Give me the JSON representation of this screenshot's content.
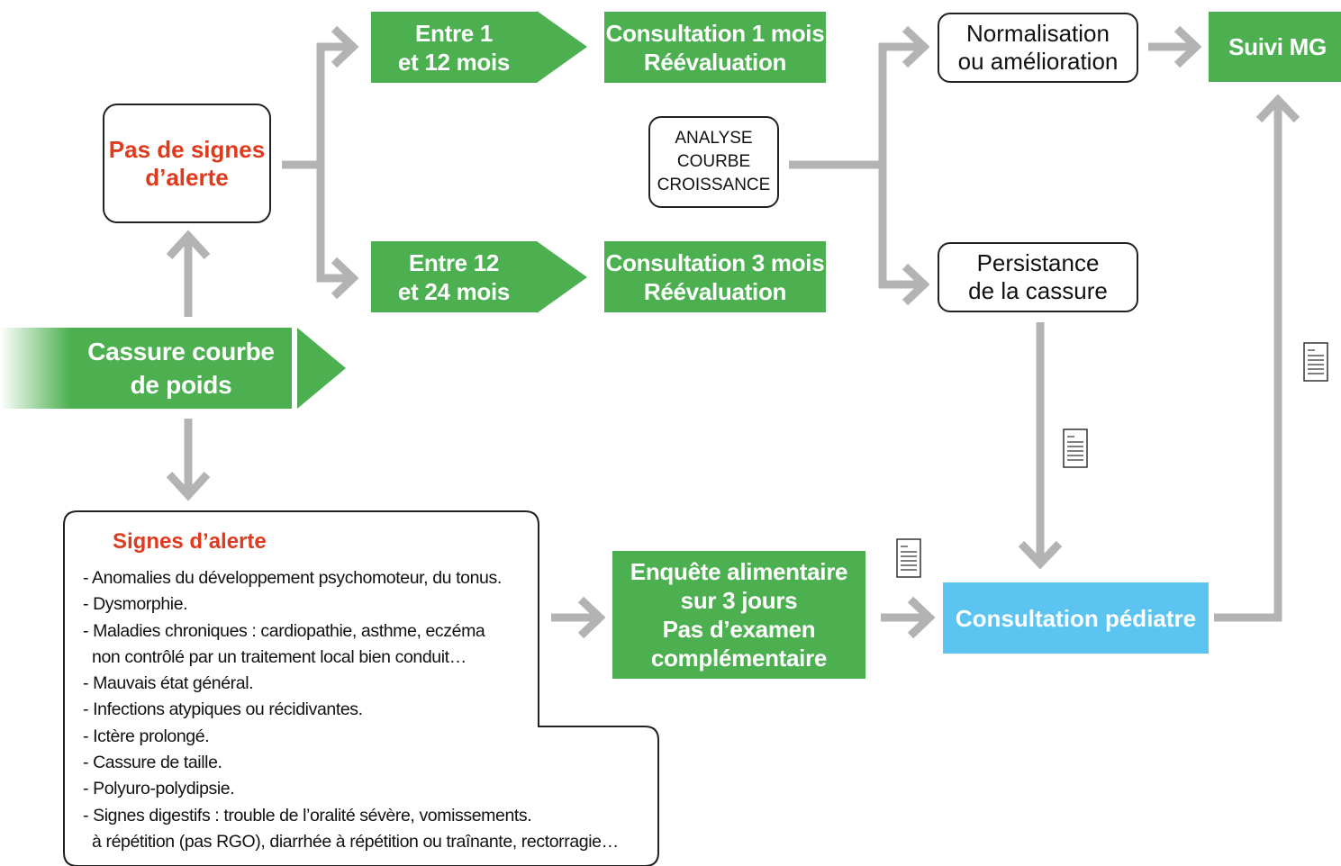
{
  "nodes": {
    "cassure": "Cassure courbe\nde poids",
    "pas_signes": "Pas de signes\nd’alerte",
    "entre1": "Entre 1\net 12 mois",
    "entre12": "Entre 12\net 24 mois",
    "consult1": "Consultation 1 mois\nRéévaluation",
    "consult3": "Consultation 3 mois\nRéévaluation",
    "analyse": "ANALYSE\nCOURBE\nCROISSANCE",
    "normalisation": "Normalisation\nou amélioration",
    "persistance": "Persistance\nde la cassure",
    "suivi": "Suivi MG",
    "enquete": "Enquête alimentaire\nsur 3 jours\nPas d’examen\ncomplémentaire",
    "pediatre": "Consultation pédiatre"
  },
  "signes": {
    "title": "Signes d’alerte",
    "items": [
      "- Anomalies du développement psychomoteur, du tonus.",
      "- Dysmorphie.",
      "- Maladies chroniques : cardiopathie, asthme, eczéma",
      "  non contrôlé par un traitement local bien conduit…",
      "- Mauvais état général.",
      "- Infections atypiques ou récidivantes.",
      "- Ictère prolongé.",
      "- Cassure de taille.",
      "- Polyuro-polydipsie.",
      "- Signes digestifs : trouble de l’oralité sévère, vomissements.",
      "  à répétition (pas RGO), diarrhée à répétition ou traînante, rectorragie…"
    ]
  },
  "colors": {
    "green": "#4caf50",
    "blue": "#5bc4f1",
    "red": "#e03a1e",
    "arrow_gray": "#b3b3b3"
  },
  "icons": [
    "document-icon",
    "document-icon",
    "document-icon"
  ]
}
